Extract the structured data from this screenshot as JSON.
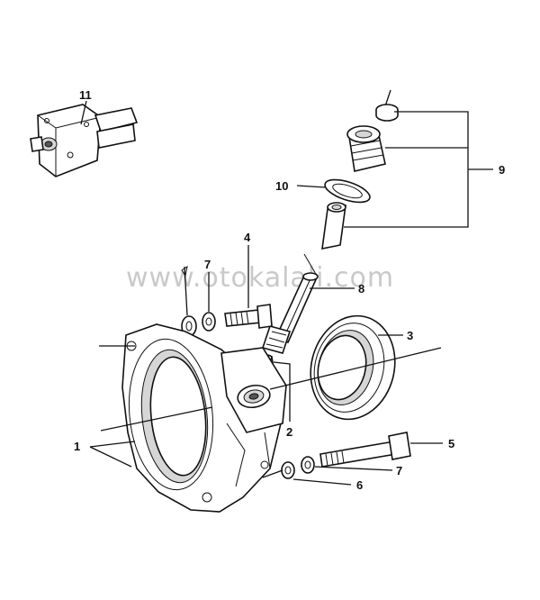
{
  "watermark": "www.otokalali.com",
  "callouts": {
    "c1": "1",
    "c2": "2",
    "c3": "3",
    "c4": "4",
    "c5": "5",
    "c6": "6",
    "c7a": "7",
    "c7b": "7",
    "c8": "8",
    "c9": "9",
    "c10": "10",
    "c11": "11"
  }
}
